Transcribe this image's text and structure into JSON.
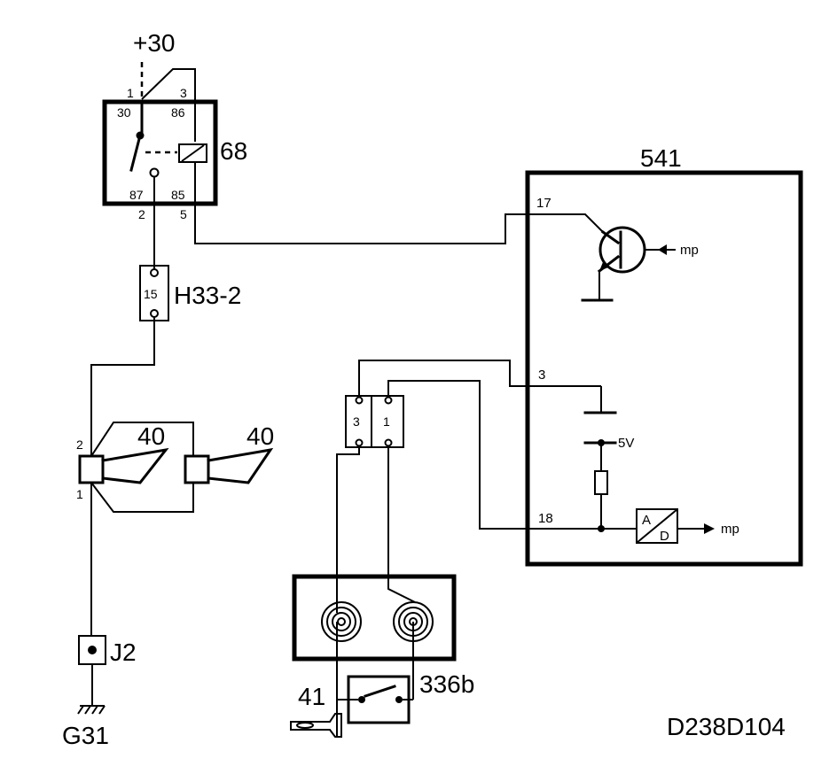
{
  "labels": {
    "supply": "+30",
    "relay_id": "68",
    "relay_pin_30": "30",
    "relay_pin_86": "86",
    "relay_pin_87": "87",
    "relay_pin_85": "85",
    "relay_num_1": "1",
    "relay_num_3": "3",
    "relay_num_2": "2",
    "relay_num_5": "5",
    "fuse_id": "H33-2",
    "fuse_num": "15",
    "horn_left_id": "40",
    "horn_right_id": "40",
    "horn_pin_2": "2",
    "horn_pin_1": "1",
    "ground_conn": "J2",
    "ground": "G31",
    "ecu_id": "541",
    "ecu_pin_17": "17",
    "ecu_pin_3": "3",
    "ecu_pin_18": "18",
    "ecu_5v": "5V",
    "ecu_out_top": "mp",
    "ecu_out_bottom": "mp",
    "adc_a": "A",
    "adc_d": "D",
    "connector_pin_3": "3",
    "connector_pin_1": "1",
    "horn_contact_id": "41",
    "switch_id": "336b",
    "doc_code": "D238D104"
  }
}
